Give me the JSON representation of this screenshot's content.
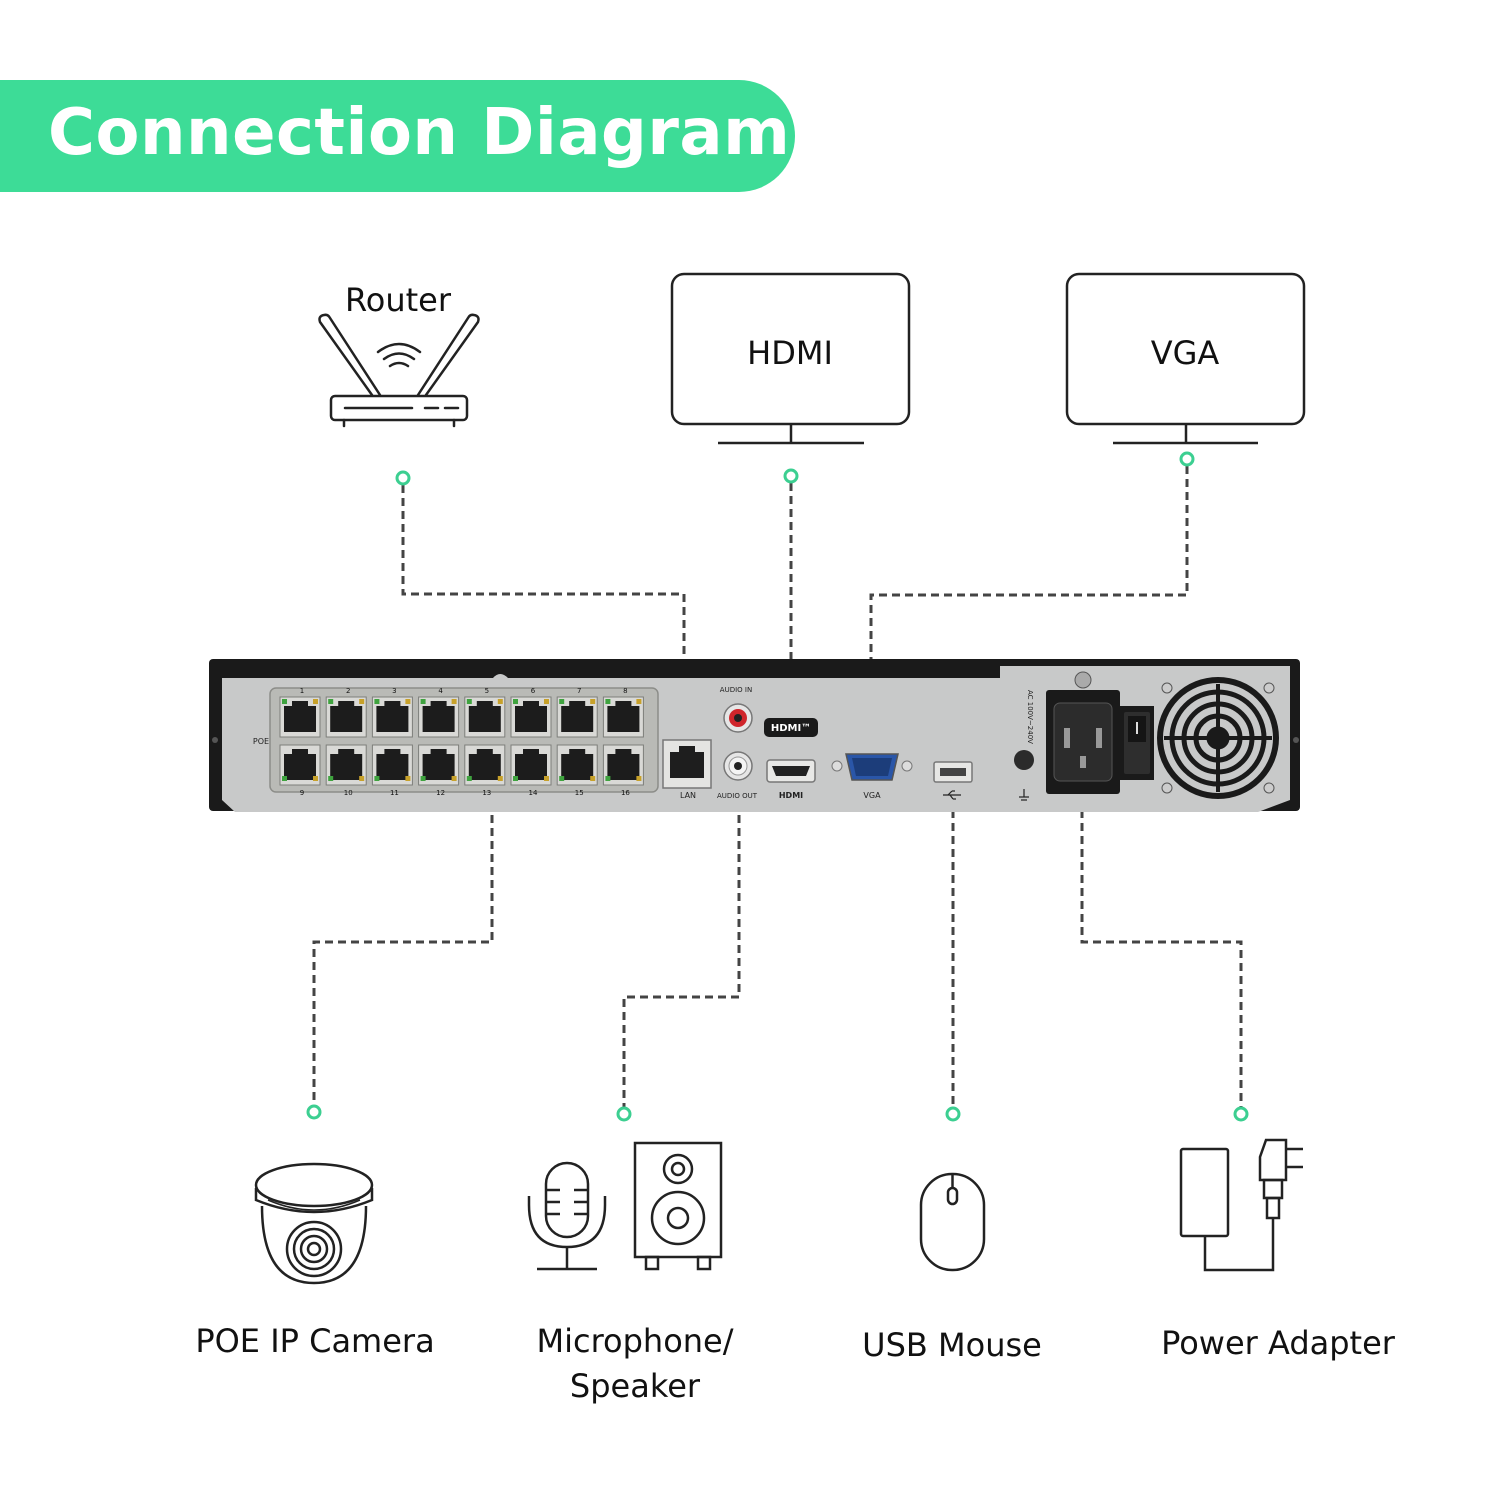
{
  "header": {
    "title": "Connection Diagram"
  },
  "top_devices": {
    "router": "Router",
    "hdmi": "HDMI",
    "vga": "VGA"
  },
  "bottom_devices": {
    "camera": "POE IP Camera",
    "audio_line1": "Microphone/",
    "audio_line2": "Speaker",
    "mouse": "USB Mouse",
    "power": "Power Adapter"
  },
  "panel": {
    "poe": "POE",
    "lan": "LAN",
    "audio_in": "AUDIO IN",
    "audio_out": "AUDIO OUT",
    "hdmi_port": "HDMI",
    "hdmi_logo": "HDMI™",
    "vga": "VGA",
    "ac": "AC 100V~240V",
    "port_numbers_top": [
      "1",
      "2",
      "3",
      "4",
      "5",
      "6",
      "7",
      "8"
    ],
    "port_numbers_bottom": [
      "9",
      "10",
      "11",
      "12",
      "13",
      "14",
      "15",
      "16"
    ]
  },
  "colors": {
    "accent": "#3ddc97",
    "dot": "#3ccf91",
    "line": "#444444",
    "chassis": "#1a1a1a",
    "panel": "#c7c8c8"
  }
}
